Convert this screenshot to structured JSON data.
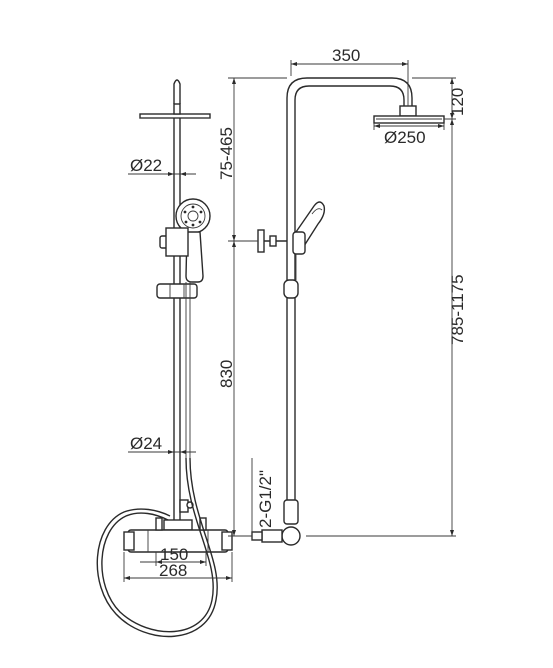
{
  "dimensions": {
    "arm_length": "350",
    "head_drop": "120",
    "head_diameter": "Ø250",
    "top_pipe_diameter": "Ø22",
    "lower_pipe_diameter": "Ø24",
    "height_adjust": "75-465",
    "rail_length": "830",
    "overall_height": "785-1175",
    "inlet_spacing": "150",
    "valve_width": "268",
    "inlet_thread": "2-G1/2\""
  }
}
